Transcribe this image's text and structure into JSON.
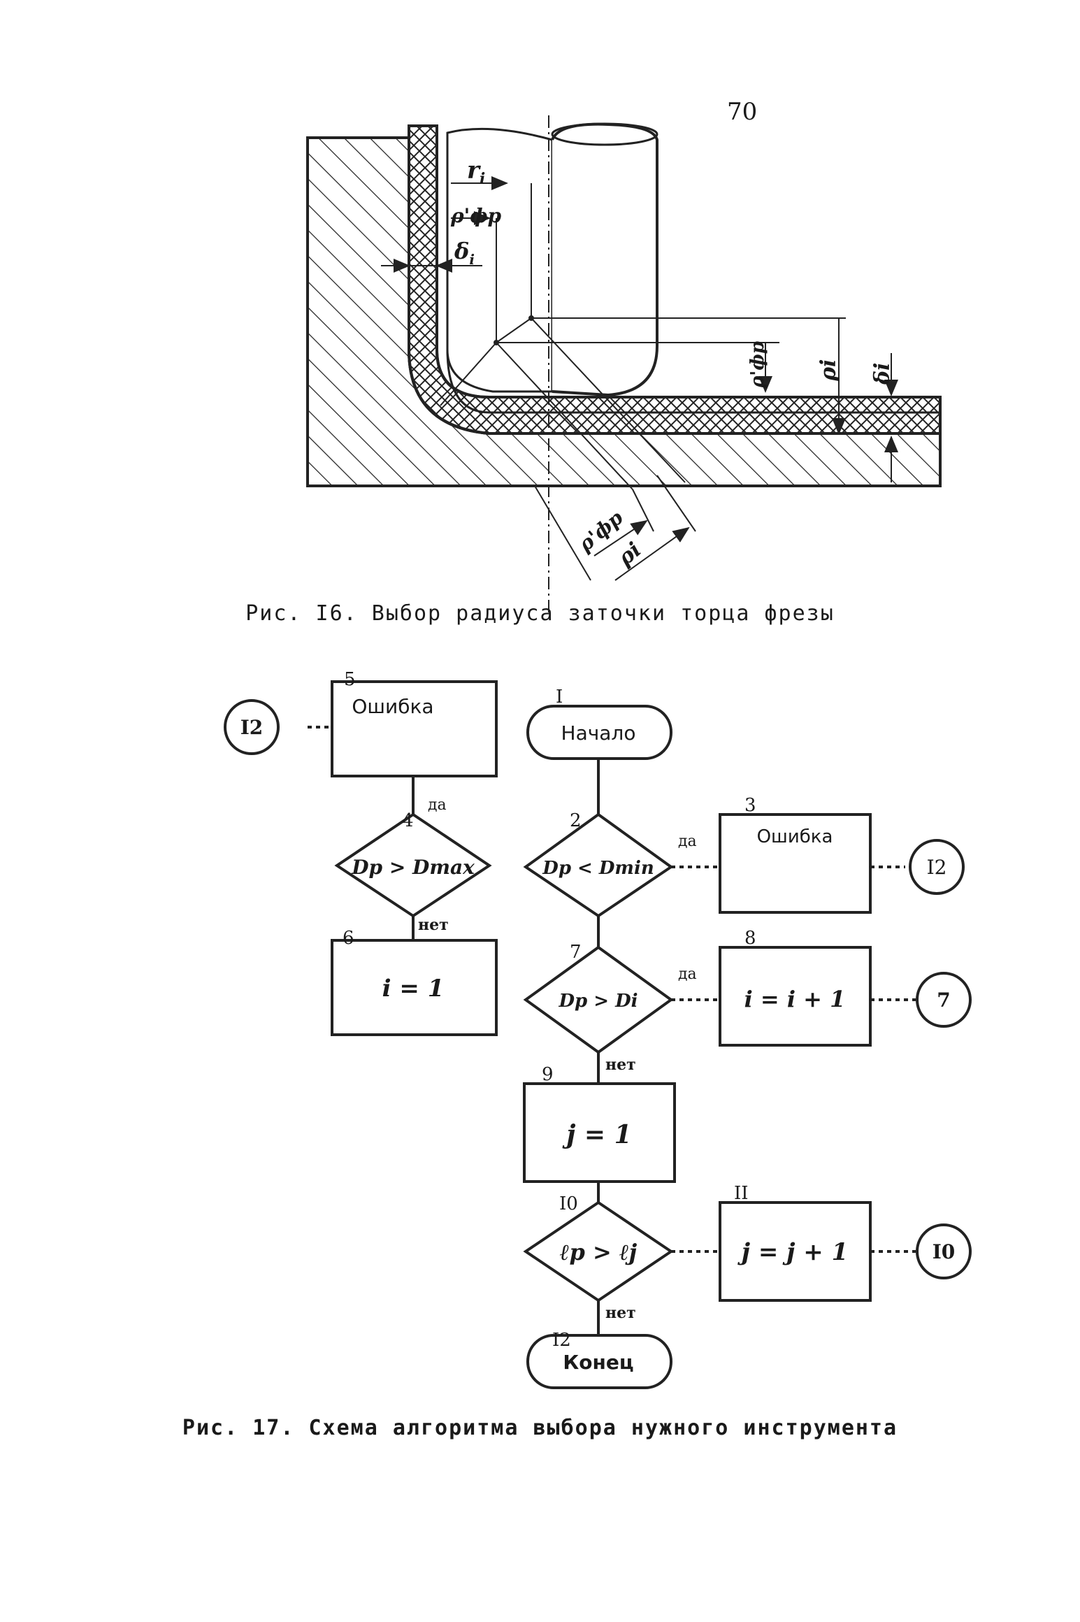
{
  "page_number": "70",
  "figure16": {
    "caption": "Рис. I6. Выбор радиуса заточки торца фрезы",
    "labels": {
      "r_i": "r",
      "r_i_sub": "i",
      "rho_fr": "ρ'фр",
      "delta_i": "δ",
      "delta_i_sub": "i",
      "rho_fr_v": "ρ'фр",
      "rho_i_v": "ρi",
      "delta_i_v": "δi",
      "rho_fr_bottom": "ρ'фр",
      "rho_i_bottom": "ρi"
    }
  },
  "figure17": {
    "caption": "Рис. 17. Схема алгоритма выбора нужного инструмента",
    "nodes": {
      "n1": {
        "num": "I",
        "text": "Начало"
      },
      "n2": {
        "num": "2",
        "text": "Dp < Dmin"
      },
      "n3": {
        "num": "3",
        "text": "Ошибка"
      },
      "n4": {
        "num": "4",
        "text": "Dp > Dmax"
      },
      "n5": {
        "num": "5",
        "text": "Ошибка"
      },
      "n6": {
        "num": "6",
        "text": "i = 1"
      },
      "n7": {
        "num": "7",
        "text": "Dp > Di"
      },
      "n8": {
        "num": "8",
        "text": "i = i + 1"
      },
      "n9": {
        "num": "9",
        "text": "j = 1"
      },
      "n10": {
        "num": "I0",
        "text": "ℓp > ℓj"
      },
      "n11": {
        "num": "II",
        "text": "j = j + 1"
      },
      "n12": {
        "num": "I2",
        "text": "Конец"
      }
    },
    "connectors": {
      "c12_left": "I2",
      "c12_right": "I2",
      "c7": "7",
      "c10": "I0"
    },
    "branch_labels": {
      "yes_4": "да",
      "yes_2": "да",
      "yes_7": "да",
      "no_4": "нет",
      "no_7": "нет",
      "no_10": "нет"
    }
  }
}
